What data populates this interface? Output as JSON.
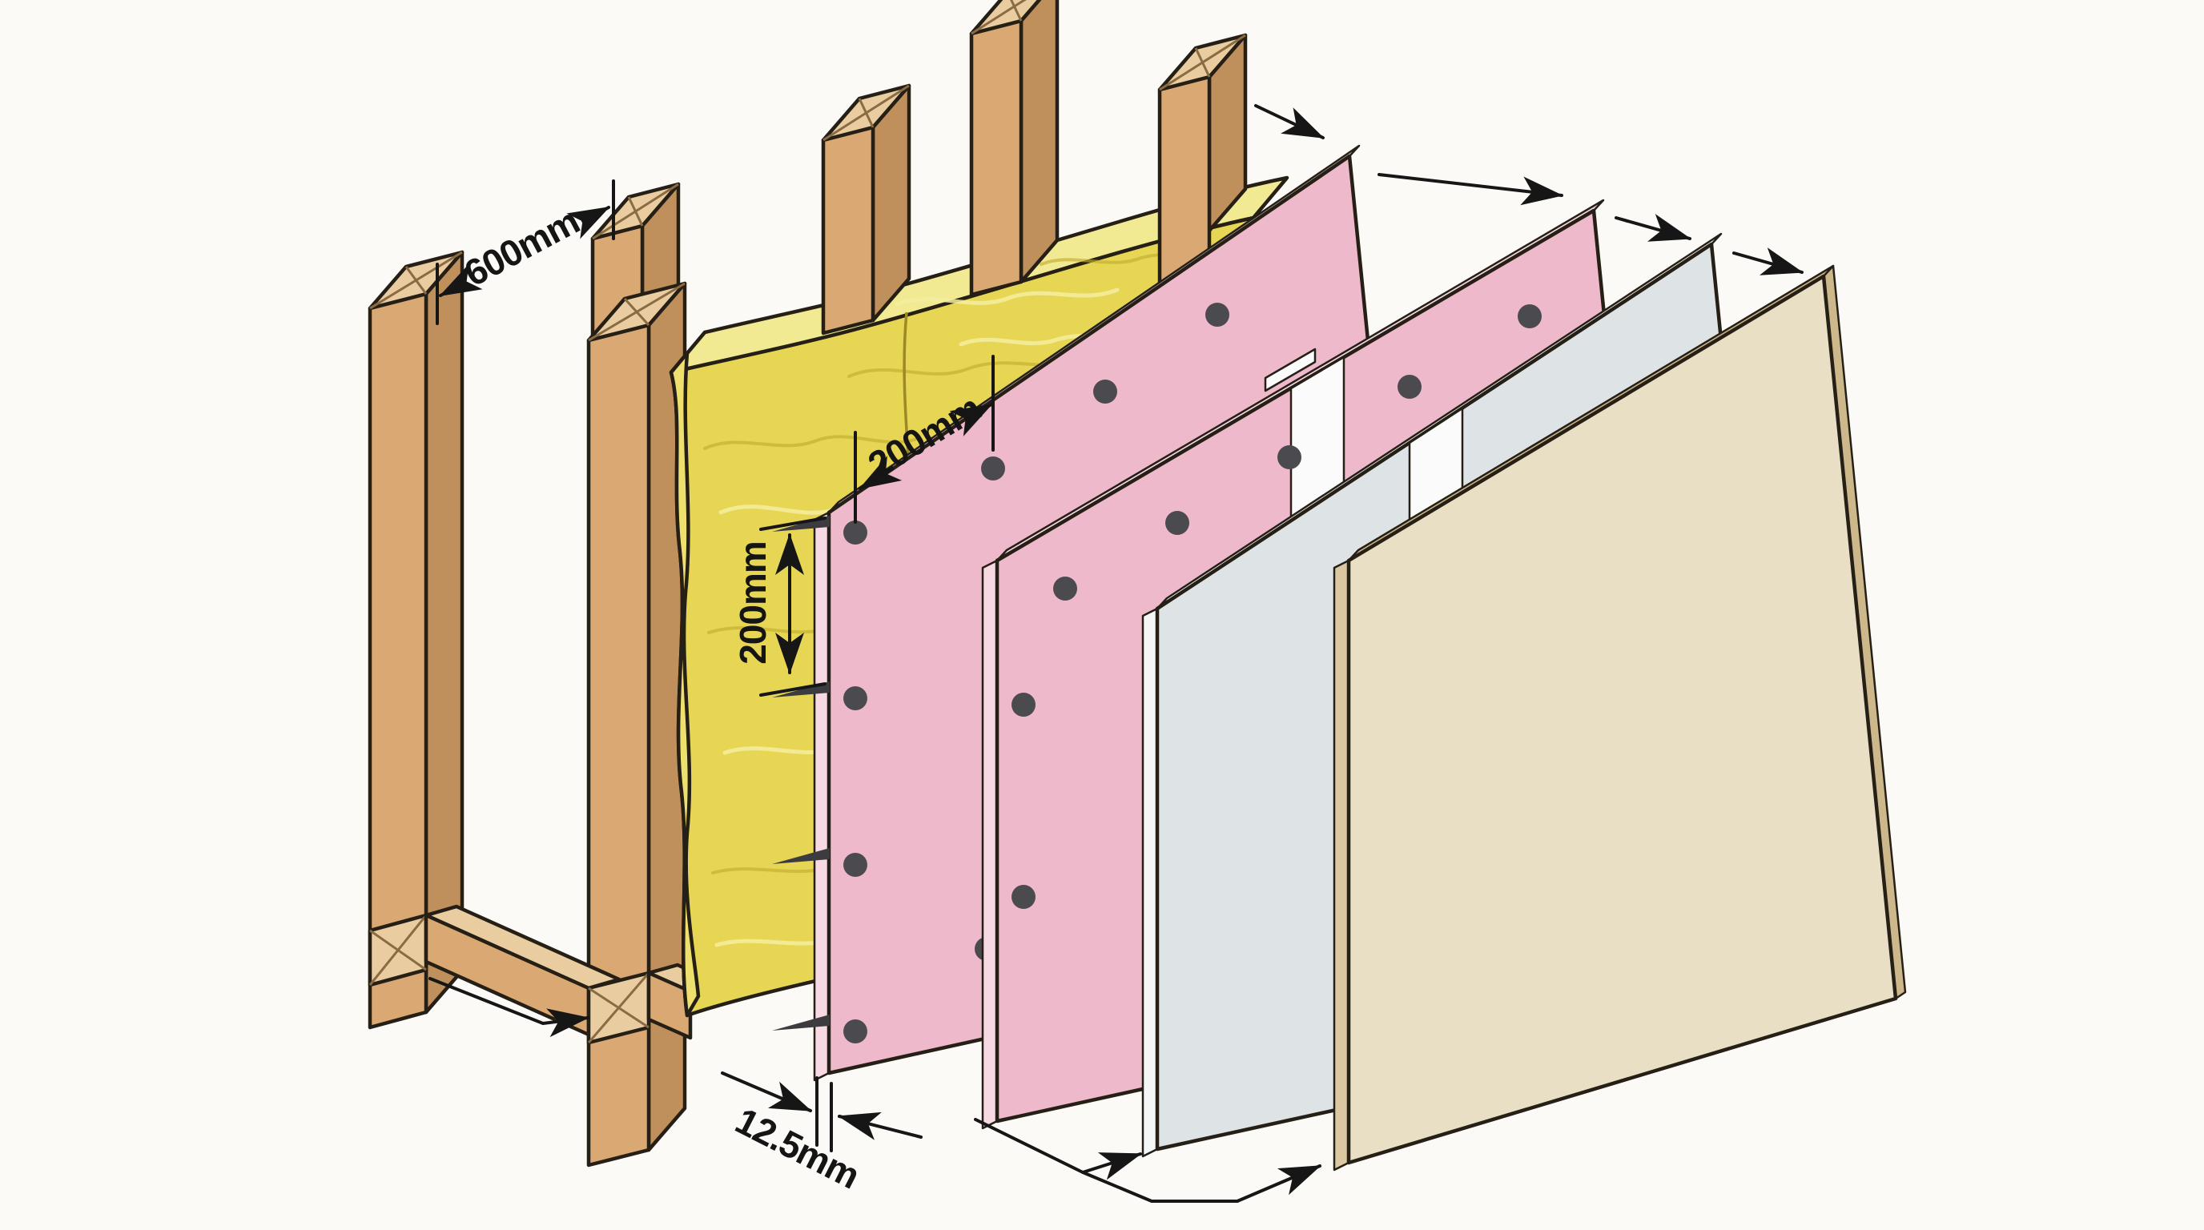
{
  "diagram": {
    "type": "exploded-wall-assembly",
    "background_color": "#fbfaf7",
    "outline_color": "#251f16",
    "dimension_line_color": "#161616",
    "dimensions": {
      "stud_spacing": "600mm",
      "fixing_spacing_horizontal": "200mm",
      "fixing_spacing_vertical": "200mm",
      "board_thickness": "12.5mm"
    },
    "layers": [
      {
        "name": "timber-stud-frame",
        "color": "#d9a873"
      },
      {
        "name": "mineral-wool-insulation",
        "color": "#e7d654"
      },
      {
        "name": "plasterboard-layer-1",
        "color": "#efb9cc",
        "fasteners": "dark screw dots and nails"
      },
      {
        "name": "plasterboard-layer-2",
        "color": "#efb9cc",
        "fasteners": "dark screw dots, white joint tape"
      },
      {
        "name": "backer-board",
        "color": "#dee3e6",
        "fasteners": "white joint strip"
      },
      {
        "name": "finish-board",
        "color": "#e8dfc5"
      }
    ]
  }
}
